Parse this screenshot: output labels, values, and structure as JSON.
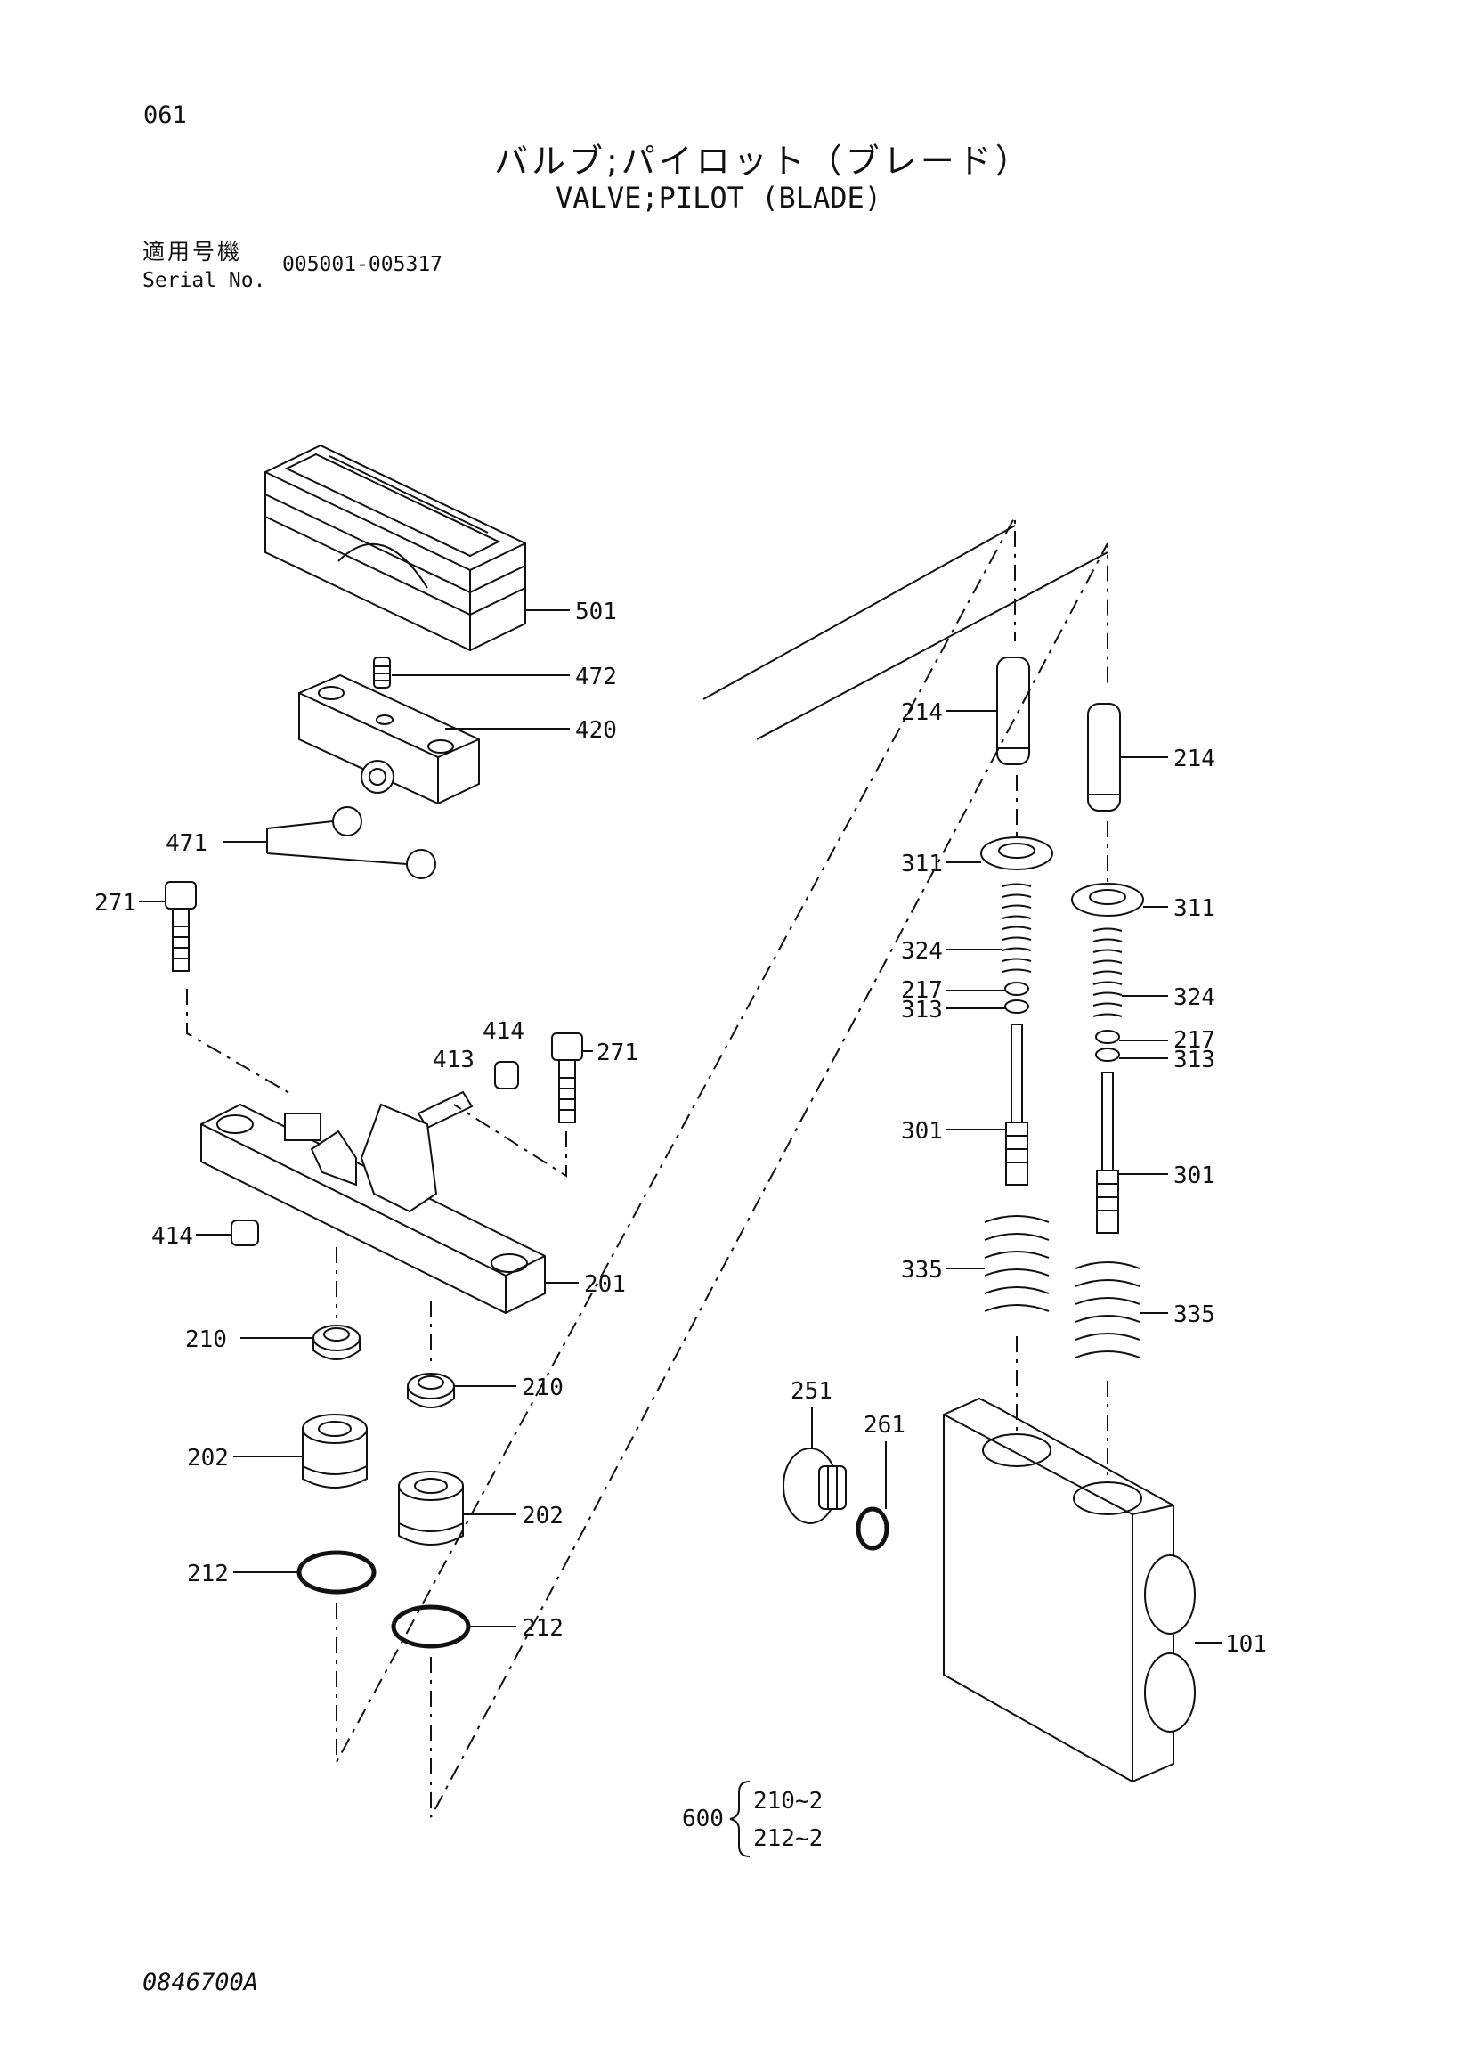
{
  "header": {
    "page_number": "061",
    "title_jp": "バルブ;パイロット（ブレード）",
    "title_en": "VALVE;PILOT (BLADE)",
    "serial_label_jp": "適用号機",
    "serial_label_en": "Serial No.",
    "serial_range": "005001-005317"
  },
  "parts": {
    "p501": "501",
    "p472": "472",
    "p420": "420",
    "p471": "471",
    "p271a": "271",
    "p271b": "271",
    "p414a": "414",
    "p413": "413",
    "p414b": "414",
    "p201": "201",
    "p210a": "210",
    "p210b": "210",
    "p202a": "202",
    "p202b": "202",
    "p212a": "212",
    "p212b": "212",
    "p214a": "214",
    "p214b": "214",
    "p311a": "311",
    "p311b": "311",
    "p324a": "324",
    "p324b": "324",
    "p217a": "217",
    "p313a": "313",
    "p217b": "217",
    "p313b": "313",
    "p301a": "301",
    "p301b": "301",
    "p335a": "335",
    "p335b": "335",
    "p251": "251",
    "p261": "261",
    "p101": "101"
  },
  "kit": {
    "number": "600",
    "item1": "210~2",
    "item2": "212~2"
  },
  "footer": {
    "drawing_code": "0846700A"
  }
}
